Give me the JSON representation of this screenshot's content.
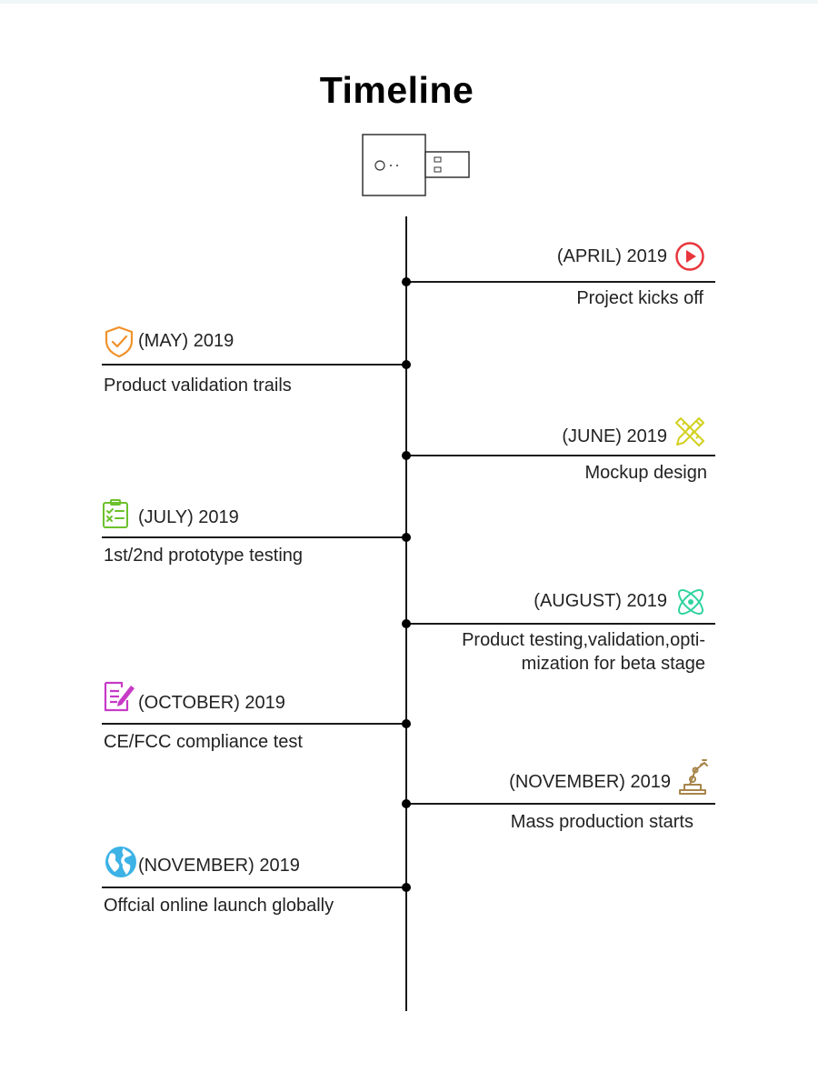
{
  "title": "Timeline",
  "events": [
    {
      "date": "(APRIL) 2019",
      "desc": "Project kicks off",
      "icon": "play-circle-icon",
      "color": "#e8363d",
      "side": "right"
    },
    {
      "date": "(MAY) 2019",
      "desc": "Product validation trails",
      "icon": "shield-check-icon",
      "color": "#f0922a",
      "side": "left"
    },
    {
      "date": "(JUNE) 2019",
      "desc": "Mockup design",
      "icon": "pencil-ruler-icon",
      "color": "#d2d01e",
      "side": "right"
    },
    {
      "date": "(JULY) 2019",
      "desc": "1st/2nd prototype testing",
      "icon": "clipboard-checklist-icon",
      "color": "#6cc12c",
      "side": "left"
    },
    {
      "date": "(AUGUST) 2019",
      "desc": "Product testing,validation,opti-\nmization for beta stage",
      "icon": "atom-icon",
      "color": "#2fd39e",
      "side": "right"
    },
    {
      "date": "(OCTOBER) 2019",
      "desc": "CE/FCC compliance test",
      "icon": "document-edit-icon",
      "color": "#c63ac6",
      "side": "left"
    },
    {
      "date": "(NOVEMBER) 2019",
      "desc": "Mass production starts",
      "icon": "robot-arm-icon",
      "color": "#a8854a",
      "side": "right"
    },
    {
      "date": "(NOVEMBER) 2019",
      "desc": "Offcial online launch globally",
      "icon": "globe-icon",
      "color": "#3cb2e6",
      "side": "left"
    }
  ]
}
